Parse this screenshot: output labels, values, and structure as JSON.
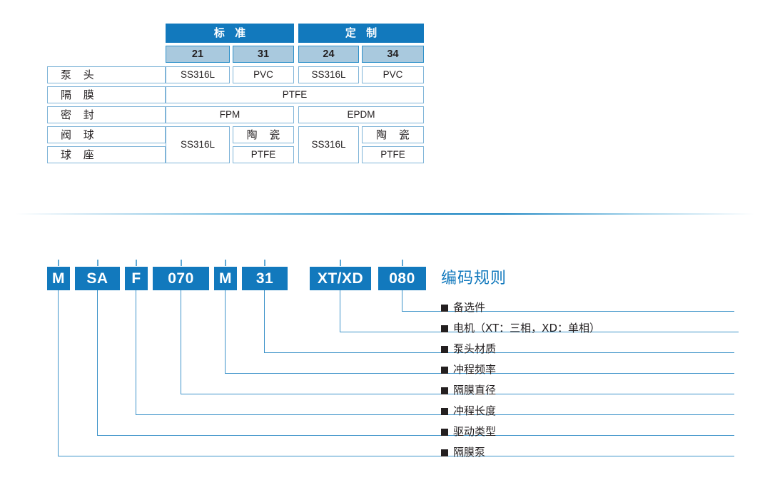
{
  "material_table": {
    "group_headers": [
      {
        "label": "标 准",
        "span_codes": [
          "21",
          "31"
        ]
      },
      {
        "label": "定 制",
        "span_codes": [
          "24",
          "34"
        ]
      }
    ],
    "code_headers": [
      "21",
      "31",
      "24",
      "34"
    ],
    "rows": [
      {
        "label": "泵 头",
        "cells": [
          "SS316L",
          "PVC",
          "SS316L",
          "PVC"
        ]
      },
      {
        "label": "隔 膜",
        "cells": [
          "PTFE"
        ]
      },
      {
        "label": "密 封",
        "cells": [
          "FPM",
          "EPDM"
        ]
      },
      {
        "label": "阀 球",
        "cells": [
          "SS316L",
          "陶 瓷",
          "SS316L",
          "陶 瓷"
        ]
      },
      {
        "label": "球 座",
        "cells": [
          "PTFE",
          "PTFE"
        ]
      }
    ]
  },
  "coding": {
    "title": "编码规则",
    "blocks": [
      {
        "code": "M"
      },
      {
        "code": "SA"
      },
      {
        "code": "F"
      },
      {
        "code": "070"
      },
      {
        "code": "M"
      },
      {
        "code": "31"
      },
      {
        "code": "XT/XD"
      },
      {
        "code": "080"
      }
    ],
    "legend": [
      {
        "label": "备选件"
      },
      {
        "label": "电机（XT：三相，XD：单相）"
      },
      {
        "label": "泵头材质"
      },
      {
        "label": "冲程频率"
      },
      {
        "label": "隔膜直径"
      },
      {
        "label": "冲程长度"
      },
      {
        "label": "驱动类型"
      },
      {
        "label": "隔膜泵"
      }
    ]
  },
  "colors": {
    "brand_blue": "#1279bd",
    "light_blue_fill": "#a9c9de",
    "cell_border": "#7fb4d8",
    "leader_line": "#3d93c9",
    "text_dark": "#231f20"
  }
}
